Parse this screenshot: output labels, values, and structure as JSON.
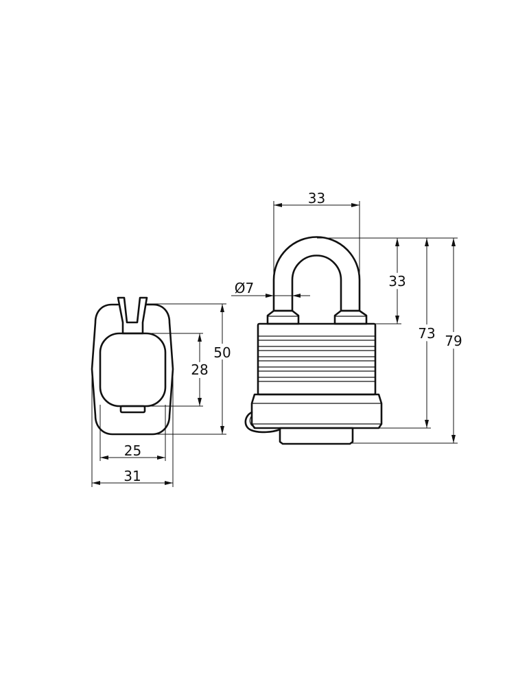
{
  "dimensions": {
    "side_width_inner": "25",
    "side_width_outer": "31",
    "side_body_height": "50",
    "side_face_height": "28",
    "shackle_width": "33",
    "shackle_diameter": "Ø7",
    "shackle_clearance": "33",
    "height_to_body_base": "73",
    "overall_height": "79"
  },
  "colors": {
    "line": "#111111",
    "background": "#ffffff"
  }
}
